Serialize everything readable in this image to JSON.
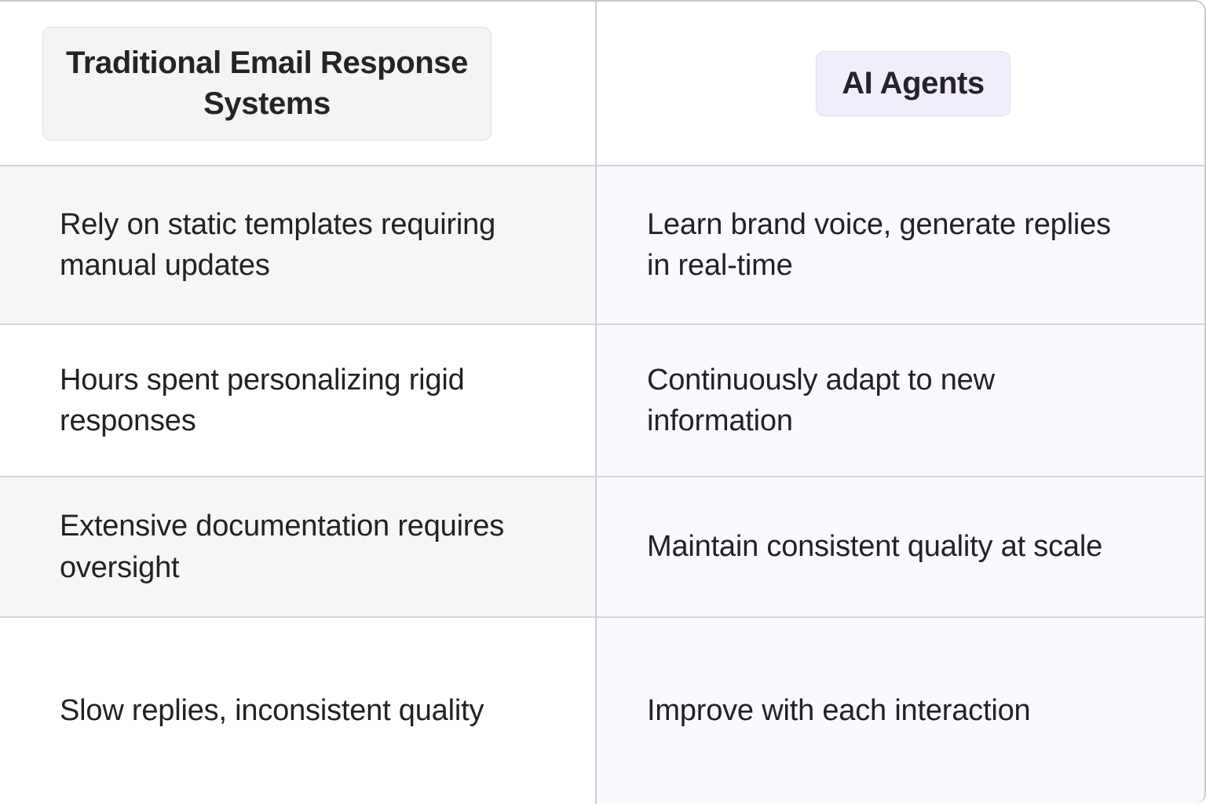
{
  "table": {
    "columns": [
      {
        "id": "traditional",
        "label": "Traditional Email Response Systems",
        "badge_bg": "#f4f4f4",
        "badge_border": "#dedede"
      },
      {
        "id": "ai_agents",
        "label": "AI Agents",
        "badge_bg": "#f2edfa",
        "badge_border": "#e2dced"
      }
    ],
    "rows": [
      {
        "left": "Rely on static templates requiring manual updates",
        "right": "Learn brand voice, generate replies in real-time"
      },
      {
        "left": "Hours spent personalizing rigid responses",
        "right": "Continuously adapt to new information"
      },
      {
        "left": "Extensive documentation requires oversight",
        "right": "Maintain consistent quality at scale"
      },
      {
        "left": "Slow replies, inconsistent quality",
        "right": "Improve with each interaction"
      }
    ],
    "colors": {
      "text": "#222226",
      "stripe": "#f6f6f6",
      "right_column_tint": "#fbf9fd",
      "border": "#d5d5d9",
      "divider": "#cecdd3"
    }
  }
}
